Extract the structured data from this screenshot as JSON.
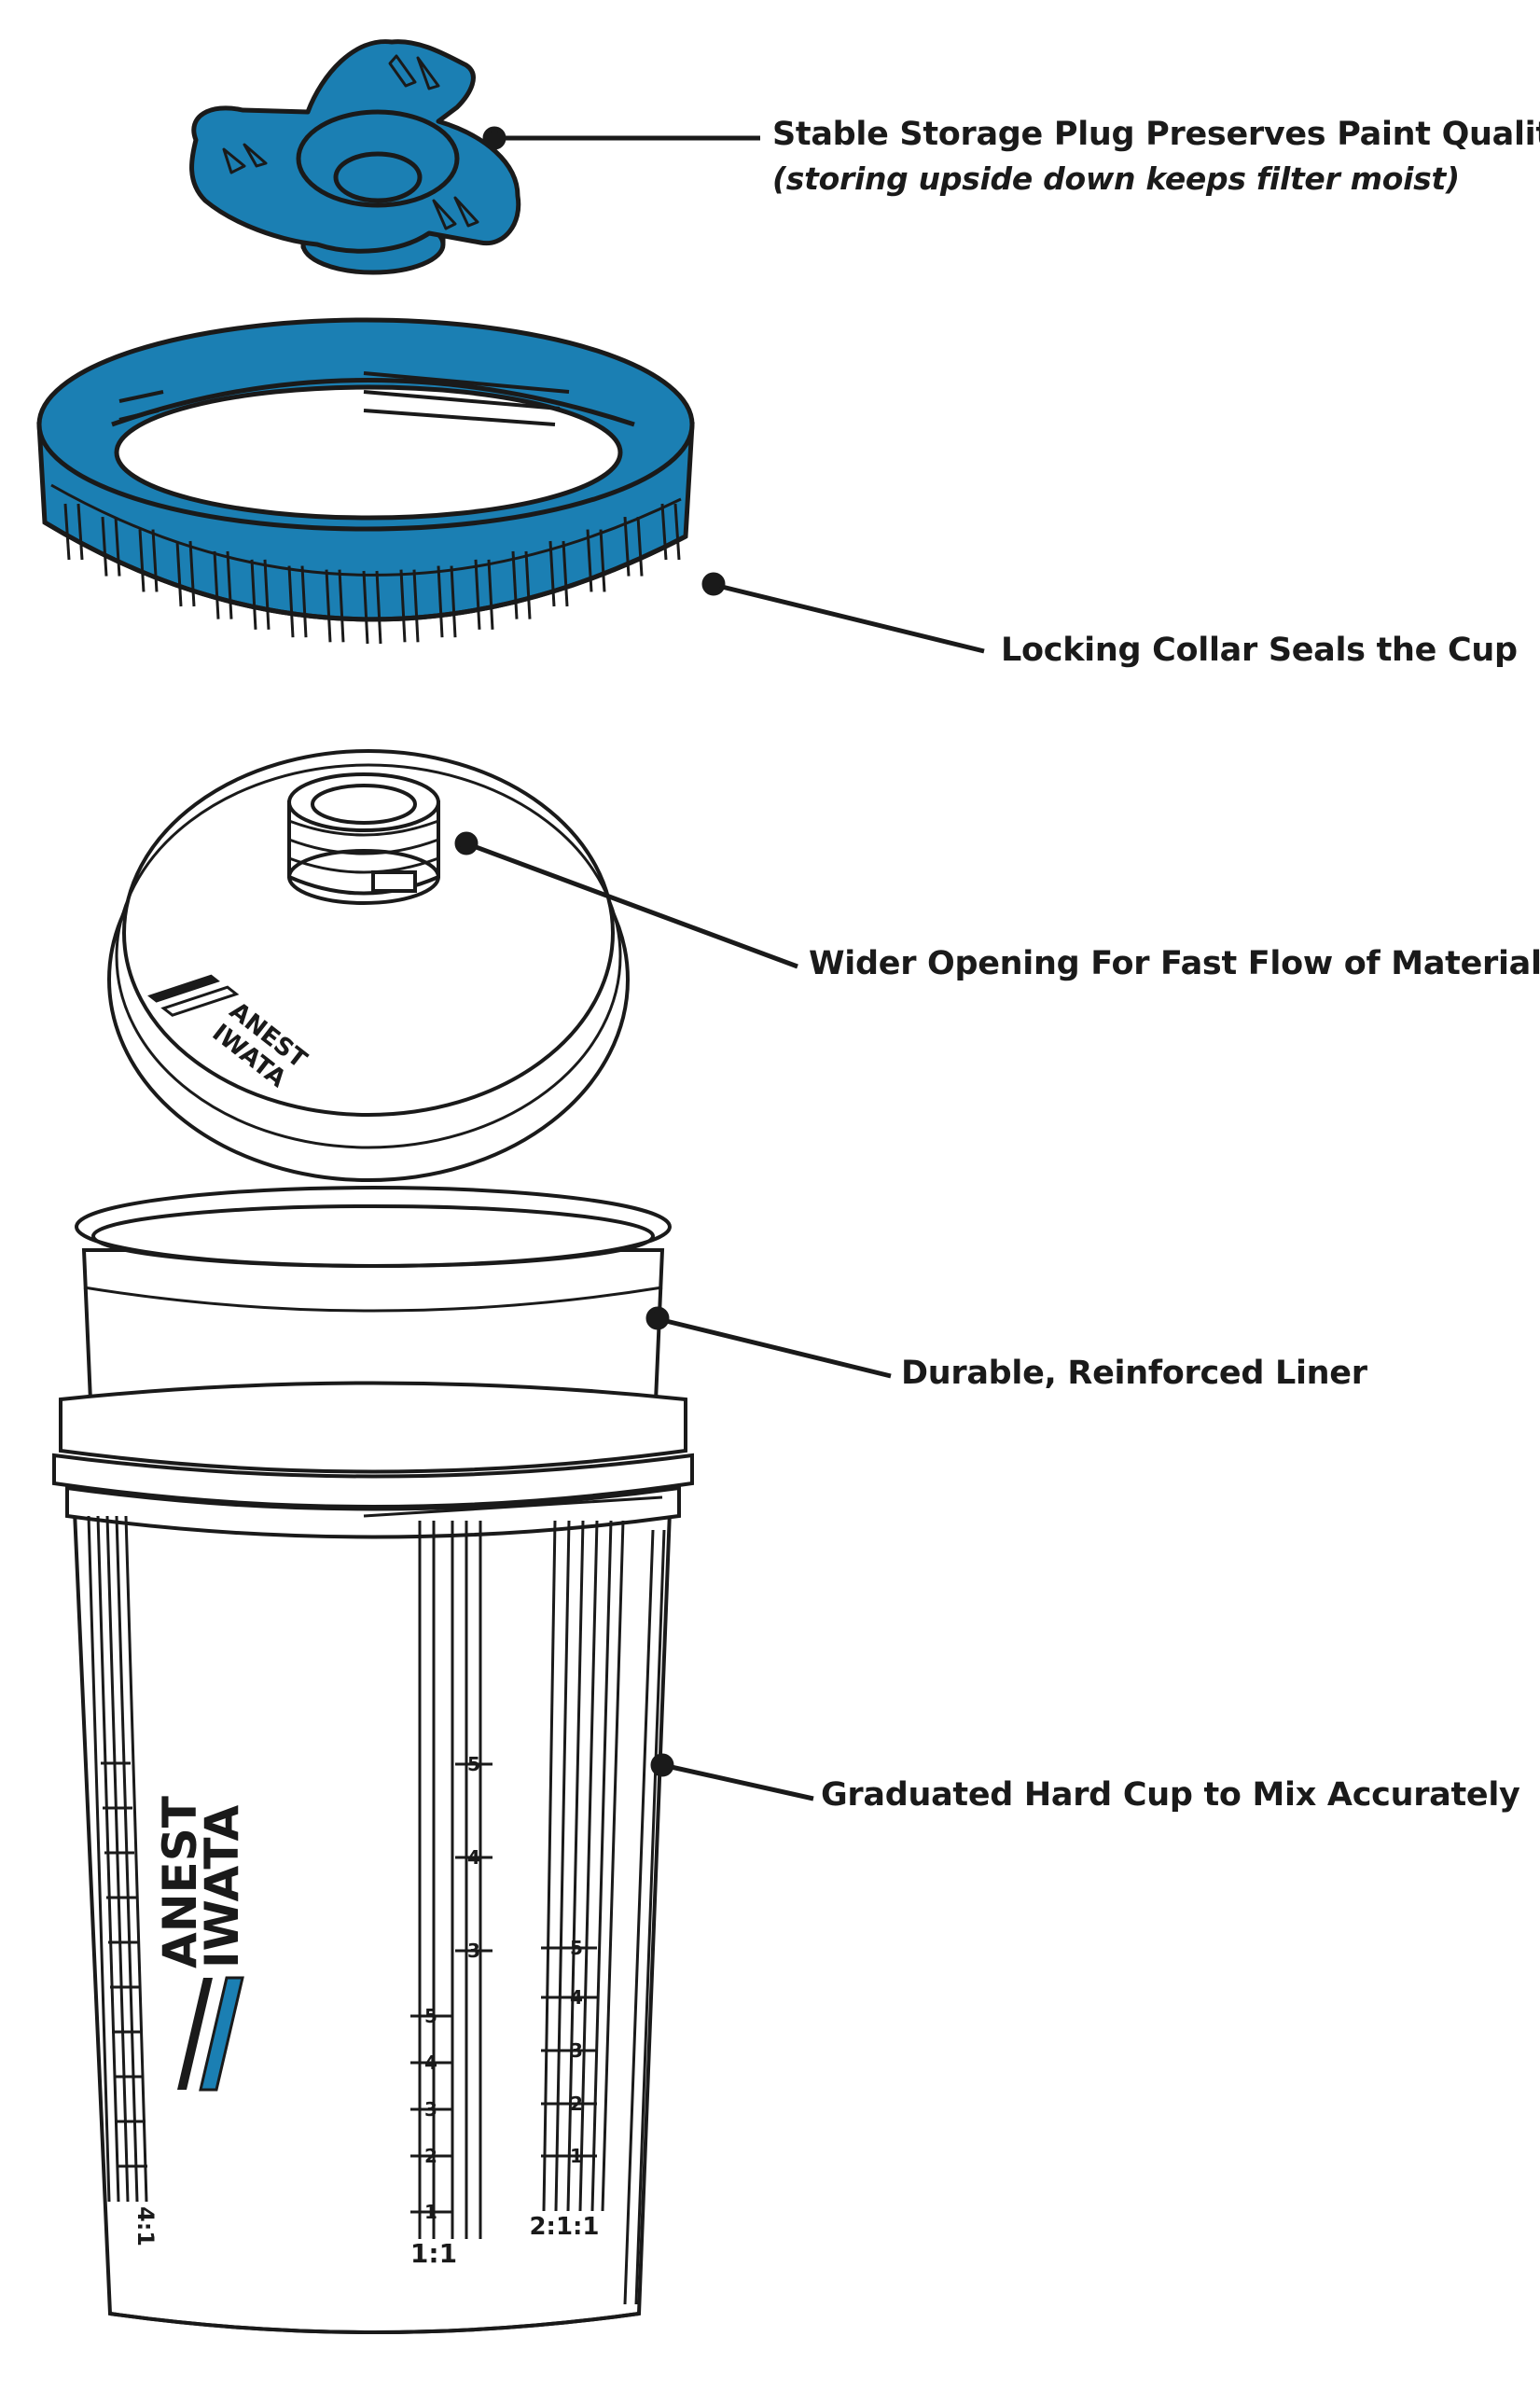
{
  "colors": {
    "accent_blue": "#1B7FB3",
    "outline": "#1a1a1a",
    "background": "#ffffff"
  },
  "callouts": {
    "plug": {
      "title": "Stable Storage Plug Preserves Paint Quality",
      "subtitle": "(storing upside down keeps filter moist)"
    },
    "collar": {
      "title": "Locking Collar Seals the Cup"
    },
    "lid": {
      "title": "Wider Opening For Fast Flow of Material"
    },
    "liner": {
      "title": "Durable, Reinforced Liner"
    },
    "cup": {
      "title": "Graduated Hard Cup to Mix Accurately"
    }
  },
  "brand": {
    "line1": "ANEST",
    "line2": "IWATA"
  },
  "cup_scales": {
    "ratio_left": "4:1",
    "ratio_middle": "1:1",
    "ratio_right": "2:1:1",
    "middle_marks": [
      "5",
      "4",
      "3",
      "5",
      "4",
      "3",
      "2",
      "1"
    ],
    "right_marks": [
      "5",
      "4",
      "3",
      "2",
      "1"
    ]
  }
}
